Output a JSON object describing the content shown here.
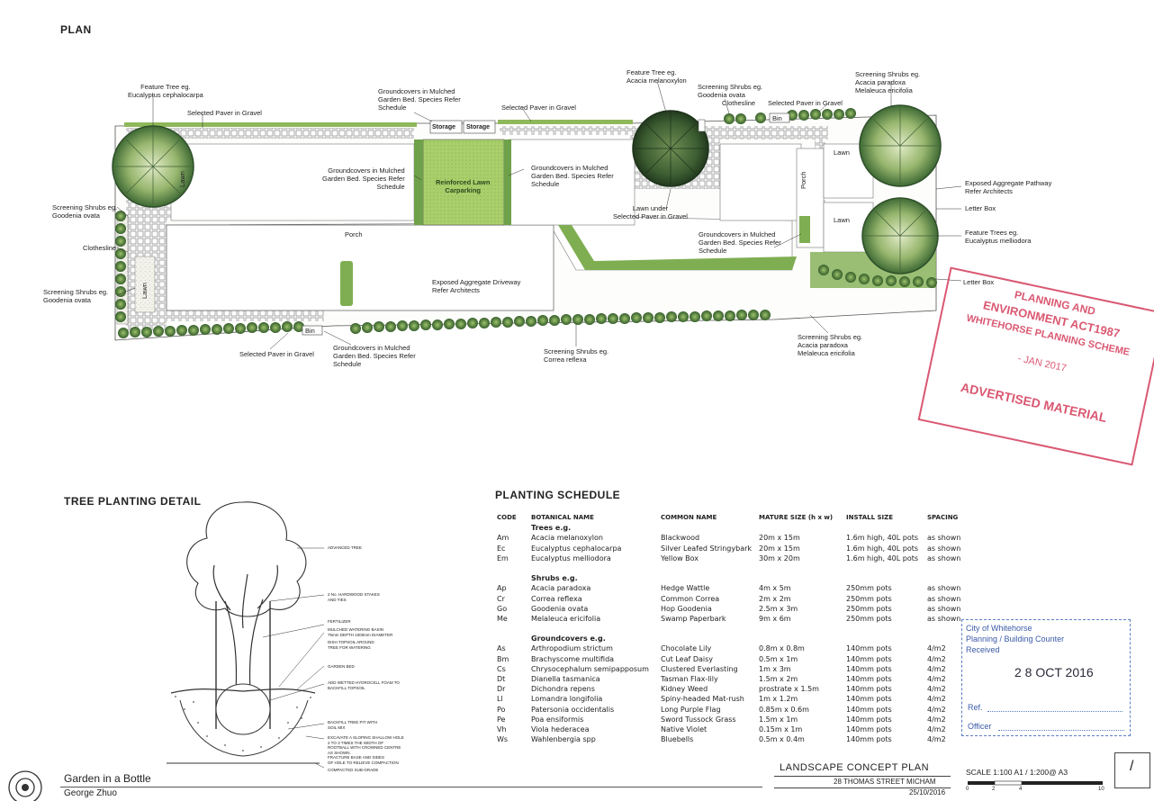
{
  "headings": {
    "plan": "PLAN",
    "tree_detail": "TREE PLANTING DETAIL",
    "schedule": "PLANTING SCHEDULE"
  },
  "plan_labels": {
    "feature_tree_left": "Feature Tree eg.\nEucalyptus cephalocarpa",
    "selected_paver_top_left": "Selected Paver in Gravel",
    "groundcovers_top": "Groundcovers in Mulched\nGarden Bed. Species Refer\nSchedule",
    "selected_paver_top_mid": "Selected Paver in Gravel",
    "feature_tree_mid": "Feature Tree eg.\nAcacia melanoxylon",
    "screening_shrubs_top": "Screening Shrubs eg.\nGoodenia ovata",
    "clothesline_top": "Clothesline",
    "selected_paver_top_right": "Selected Paver in Gravel",
    "screening_shrubs_top_right": "Screening Shrubs eg.\nAcacia paradoxa\nMelaleuca ericifolia",
    "groundcovers_left_mid": "Groundcovers in Mulched\nGarden Bed. Species Refer\nSchedule",
    "groundcovers_right_mid": "Groundcovers in Mulched\nGarden Bed. Species Refer\nSchedule",
    "lawn_under": "Lawn under\nSelected Paver in Gravel",
    "exposed_pathway": "Exposed Aggregate Pathway\nRefer Architects",
    "letter_box_1": "Letter Box",
    "feature_trees_right": "Feature Trees eg.\nEucalyptus melliodora",
    "screening_shrubs_left": "Screening Shrubs eg.\nGoodenia ovata",
    "clothesline_left": "Clothesline",
    "groundcovers_right_low": "Groundcovers in Mulched\nGarden Bed. Species Refer\nSchedule",
    "screening_shrubs_left_low": "Screening Shrubs eg.\nGoodenia ovata",
    "exposed_driveway": "Exposed Aggregate Driveway\nRefer Architects",
    "letter_box_2": "Letter Box",
    "selected_paver_bottom": "Selected Paver in Gravel",
    "groundcovers_bottom": "Groundcovers in Mulched\nGarden Bed. Species Refer\nSchedule",
    "screening_shrubs_bottom": "Screening Shrubs eg.\nCorrea reflexa",
    "screening_shrubs_bottom_right": "Screening Shrubs eg.\nAcacia paradoxa\nMelaleuca ericifolia",
    "storage_1": "Storage",
    "storage_2": "Storage",
    "reinforced_lawn": "Reinforced Lawn\nCarparking",
    "porch_left": "Porch",
    "porch_right": "Porch",
    "bin_top": "Bin",
    "bin_bottom": "Bin",
    "lawn_side": "Lawn",
    "lawn_left": "Lawn",
    "lawn_right_1": "Lawn",
    "lawn_right_2": "Lawn"
  },
  "tree_detail_labels": [
    "ADVANCED TREE",
    "2 No. HARDWOOD STAKES\nAND TIES",
    "FERTILIZER",
    "MULCHED WATERING BASIN\n75mm DEPTH 1000mm DIAMETER",
    "DISH TOPSOIL AROUND\nTREE FOR WATERING",
    "GARDEN BED",
    "ADD WETTED HYDROCELL FOAM TO\nBACKFILL TOPSOIL",
    "BACKFILL TREE PIT WITH\nSOIL MIX",
    "EXCAVATE A SLOPING SHALLOW HOLE\n2 TO 3 TIMES THE WIDTH OF\nROOTBALL WITH CROWNED CENTRE\nAS SHOWN.\nFRACTURE BASE AND SIDES\nOF HOLE TO RELIEVE COMPACTION",
    "COMPACTED SUB-GRADE"
  ],
  "schedule": {
    "headers": {
      "code": "CODE",
      "botanical": "BOTANICAL NAME",
      "common": "COMMON NAME",
      "mature": "MATURE SIZE (h x w)",
      "install": "INSTALL SIZE",
      "spacing": "SPACING"
    },
    "groups": [
      {
        "name": "Trees e.g.",
        "rows": [
          {
            "code": "Am",
            "botanical": "Acacia melanoxylon",
            "common": "Blackwood",
            "mature": "20m x 15m",
            "install": "1.6m high, 40L pots",
            "spacing": "as shown"
          },
          {
            "code": "Ec",
            "botanical": "Eucalyptus cephalocarpa",
            "common": "Silver Leafed Stringybark",
            "mature": "20m x 15m",
            "install": "1.6m high, 40L pots",
            "spacing": "as shown"
          },
          {
            "code": "Em",
            "botanical": "Eucalyptus melliodora",
            "common": "Yellow Box",
            "mature": "30m x 20m",
            "install": "1.6m high, 40L pots",
            "spacing": "as shown"
          }
        ]
      },
      {
        "name": "Shrubs e.g.",
        "rows": [
          {
            "code": "Ap",
            "botanical": "Acacia paradoxa",
            "common": "Hedge Wattle",
            "mature": "4m x 5m",
            "install": "250mm pots",
            "spacing": "as shown"
          },
          {
            "code": "Cr",
            "botanical": "Correa reflexa",
            "common": "Common Correa",
            "mature": "2m x 2m",
            "install": "250mm pots",
            "spacing": "as shown"
          },
          {
            "code": "Go",
            "botanical": "Goodenia ovata",
            "common": "Hop Goodenia",
            "mature": "2.5m x 3m",
            "install": "250mm pots",
            "spacing": "as shown"
          },
          {
            "code": "Me",
            "botanical": "Melaleuca ericifolia",
            "common": "Swamp Paperbark",
            "mature": "9m x 6m",
            "install": "250mm pots",
            "spacing": "as shown"
          }
        ]
      },
      {
        "name": "Groundcovers e.g.",
        "rows": [
          {
            "code": "As",
            "botanical": "Arthropodium strictum",
            "common": "Chocolate Lily",
            "mature": "0.8m x 0.8m",
            "install": "140mm pots",
            "spacing": "4/m2"
          },
          {
            "code": "Bm",
            "botanical": "Brachyscome multifida",
            "common": "Cut Leaf Daisy",
            "mature": "0.5m x 1m",
            "install": "140mm pots",
            "spacing": "4/m2"
          },
          {
            "code": "Cs",
            "botanical": "Chrysocephalum semipapposum",
            "common": "Clustered Everlasting",
            "mature": "1m x 3m",
            "install": "140mm pots",
            "spacing": "4/m2"
          },
          {
            "code": "Dt",
            "botanical": "Dianella tasmanica",
            "common": "Tasman Flax-lily",
            "mature": "1.5m x 2m",
            "install": "140mm pots",
            "spacing": "4/m2"
          },
          {
            "code": "Dr",
            "botanical": "Dichondra repens",
            "common": "Kidney Weed",
            "mature": "prostrate x 1.5m",
            "install": "140mm pots",
            "spacing": "4/m2"
          },
          {
            "code": "Ll",
            "botanical": "Lomandra longifolia",
            "common": "Spiny-headed Mat-rush",
            "mature": "1m x 1.2m",
            "install": "140mm pots",
            "spacing": "4/m2"
          },
          {
            "code": "Po",
            "botanical": "Patersonia occidentalis",
            "common": "Long Purple Flag",
            "mature": "0.85m x 0.6m",
            "install": "140mm pots",
            "spacing": "4/m2"
          },
          {
            "code": "Pe",
            "botanical": "Poa ensiformis",
            "common": "Sword Tussock Grass",
            "mature": "1.5m x 1m",
            "install": "140mm pots",
            "spacing": "4/m2"
          },
          {
            "code": "Vh",
            "botanical": "Viola hederacea",
            "common": "Native Violet",
            "mature": "0.15m x 1m",
            "install": "140mm pots",
            "spacing": "4/m2"
          },
          {
            "code": "Ws",
            "botanical": "Wahlenbergia spp",
            "common": "Bluebells",
            "mature": "0.5m x 0.4m",
            "install": "140mm pots",
            "spacing": "4/m2"
          }
        ]
      }
    ]
  },
  "stamp_planning": {
    "line1": "PLANNING AND",
    "line2": "ENVIRONMENT ACT1987",
    "line3": "WHITEHORSE PLANNING SCHEME",
    "line4": "-    JAN 2017",
    "line5": "ADVERTISED MATERIAL",
    "color": "#d43c5a"
  },
  "stamp_council": {
    "line1": "City of Whitehorse",
    "line2": "Planning / Building Counter",
    "line3": "Received",
    "date": "2 8 OCT 2016",
    "ref": "Ref.",
    "officer": "Officer",
    "color": "#3a5aa8"
  },
  "title_block": {
    "company": "Garden in a Bottle",
    "author": "George Zhuo",
    "drawing": "LANDSCAPE CONCEPT PLAN",
    "address": "28 THOMAS STREET MICHAM",
    "date": "25/10/2016",
    "scale": "SCALE  1:100  A1 / 1:200@ A3",
    "scale_ticks": [
      "0",
      "2",
      "4",
      "10"
    ],
    "sheet": "/"
  }
}
